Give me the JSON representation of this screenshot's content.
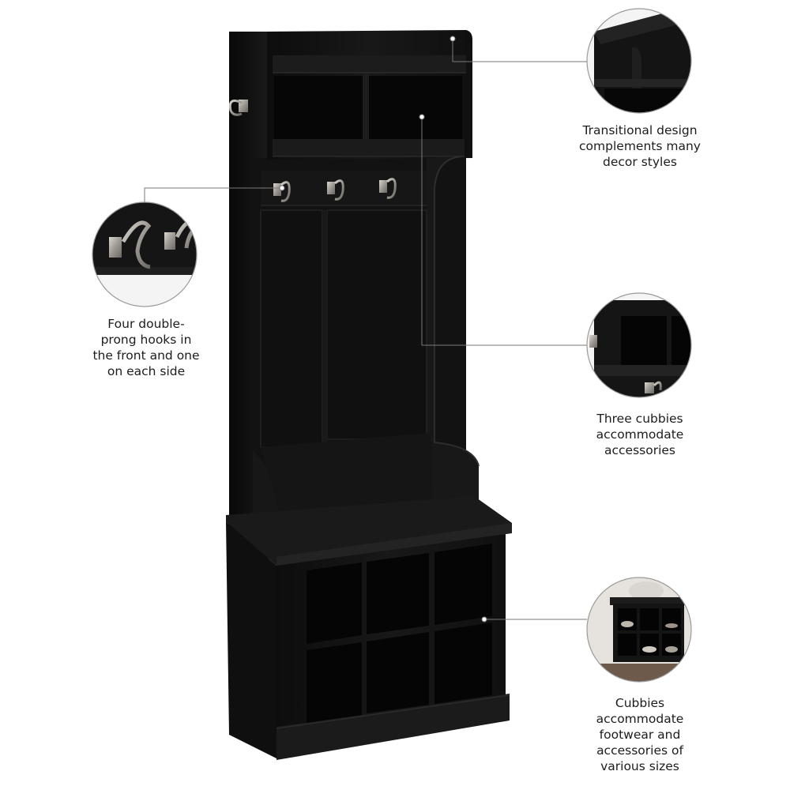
{
  "captions": {
    "design": "Transitional design\ncomplements many\ndecor styles",
    "hooks": "Four double-\nprong hooks in\nthe front and one\non each side",
    "cubbies": "Three cubbies\naccommodate\naccessories",
    "bottom": "Cubbies\naccommodate\nfootwear and\naccessories of\nvarious sizes"
  },
  "colors": {
    "wood": "#141414",
    "wood_edge": "#262626",
    "cubby_shadow": "#050505",
    "hardware": "#a9a6a0",
    "callout_line": "#7a7a7a"
  }
}
